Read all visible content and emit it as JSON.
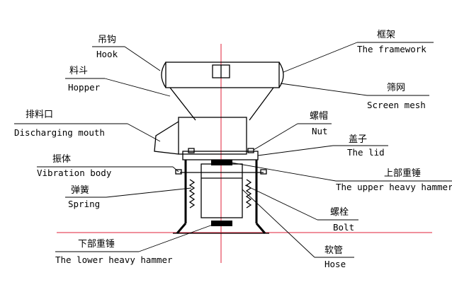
{
  "colors": {
    "axis": "#e0203a",
    "line": "#000000"
  },
  "labels": {
    "hook": {
      "zh": "吊钩",
      "en": "Hook"
    },
    "hopper": {
      "zh": "料斗",
      "en": "Hopper"
    },
    "discharging": {
      "zh": "排料口",
      "en": "Discharging mouth"
    },
    "vibration": {
      "zh": "振体",
      "en": "Vibration body"
    },
    "spring": {
      "zh": "弹簧",
      "en": "Spring"
    },
    "lower": {
      "zh": "下部重锤",
      "en": "The lower heavy hammer"
    },
    "framework": {
      "zh": "框架",
      "en": "The framework"
    },
    "mesh": {
      "zh": "筛网",
      "en": "Screen mesh"
    },
    "nut": {
      "zh": "螺帽",
      "en": "Nut"
    },
    "lid": {
      "zh": "盖子",
      "en": "The lid"
    },
    "upper": {
      "zh": "上部重锤",
      "en": "The upper heavy hammer"
    },
    "bolt": {
      "zh": "螺栓",
      "en": "Bolt"
    },
    "hose": {
      "zh": "软管",
      "en": "Hose"
    }
  }
}
